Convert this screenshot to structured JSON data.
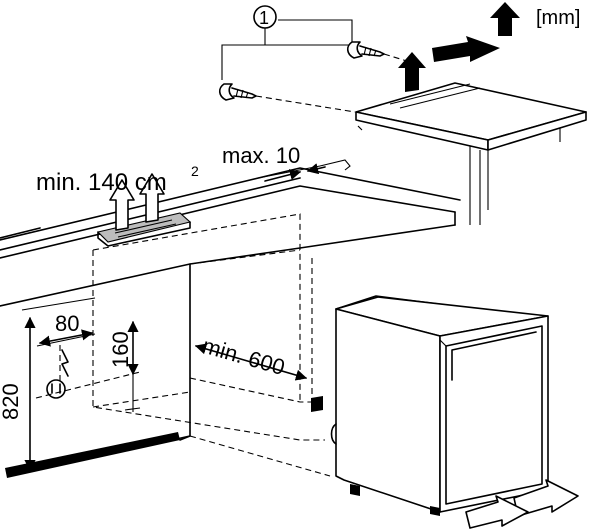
{
  "unit_label": "[mm]",
  "callout_number": "1",
  "vent_label": "min. 140 cm",
  "vent_superscript": "2",
  "gap_label": "max. 10",
  "width_label": "80",
  "height_label": "160",
  "depth_label": "min. 600",
  "niche_height_label": "820"
}
